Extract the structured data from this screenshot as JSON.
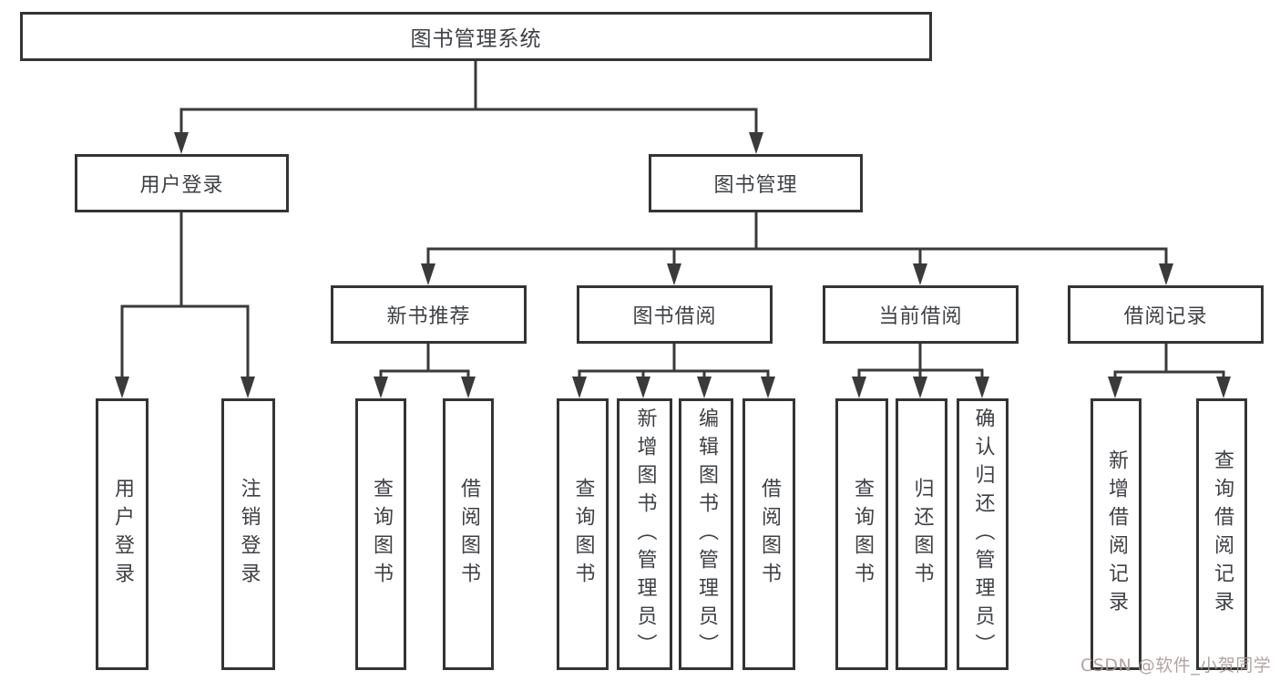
{
  "tree": {
    "root": {
      "label": "图书管理系统"
    },
    "branches": [
      {
        "label": "用户登录",
        "children": [
          {
            "label": "用户登录"
          },
          {
            "label": "注销登录"
          }
        ]
      },
      {
        "label": "图书管理",
        "children": [
          {
            "label": "新书推荐",
            "children": [
              {
                "label": "查询图书"
              },
              {
                "label": "借阅图书"
              }
            ]
          },
          {
            "label": "图书借阅",
            "children": [
              {
                "label": "查询图书"
              },
              {
                "label": "新增图书（管理员）"
              },
              {
                "label": "编辑图书（管理员）"
              },
              {
                "label": "借阅图书"
              }
            ]
          },
          {
            "label": "当前借阅",
            "children": [
              {
                "label": "查询图书"
              },
              {
                "label": "归还图书"
              },
              {
                "label": "确认归还（管理员）"
              }
            ]
          },
          {
            "label": "借阅记录",
            "children": [
              {
                "label": "新增借阅记录"
              },
              {
                "label": "查询借阅记录"
              }
            ]
          }
        ]
      }
    ]
  },
  "watermark": {
    "text": "CSDN @软件_小贺同学"
  },
  "colors": {
    "background": "#ffffff",
    "line": "#3a3a3a",
    "box_border": "#343434",
    "text": "#3e4044",
    "watermark": "#ab9898"
  }
}
